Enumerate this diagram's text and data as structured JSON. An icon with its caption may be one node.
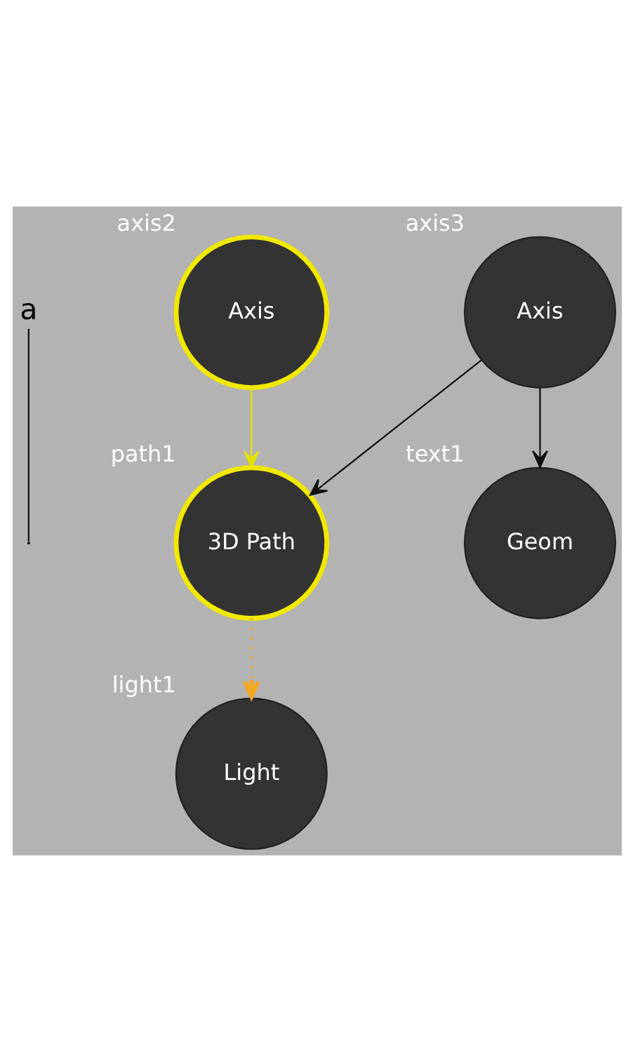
{
  "diagram": {
    "nodes": [
      {
        "text": [
          "a"
        ]
      },
      {
        "text": [
          "Axis"
        ],
        "beside": [
          "axis2"
        ]
      },
      {
        "text": [
          "Light"
        ],
        "beside": [
          "light1"
        ]
      },
      {
        "text": [
          "3D Path"
        ],
        "beside": [
          "path1"
        ]
      },
      {
        "text": [
          "Axis"
        ],
        "beside": [
          "axis3"
        ]
      },
      {
        "text": [
          "Geom"
        ],
        "beside": [
          "text1"
        ]
      }
    ],
    "edges": [
      {
        "from": 1,
        "to": 3,
        "arrow": "to",
        "color": "#e6e000"
      },
      {
        "from": 3,
        "to": 2,
        "arrow": "to",
        "style": "dashed",
        "color": "#f5a623"
      },
      {
        "from": 4,
        "to": 3,
        "arrow": "to"
      },
      {
        "from": 4,
        "to": 5,
        "arrow": "to"
      },
      {
        "from": 0,
        "to": null,
        "arrow": "none"
      }
    ]
  }
}
